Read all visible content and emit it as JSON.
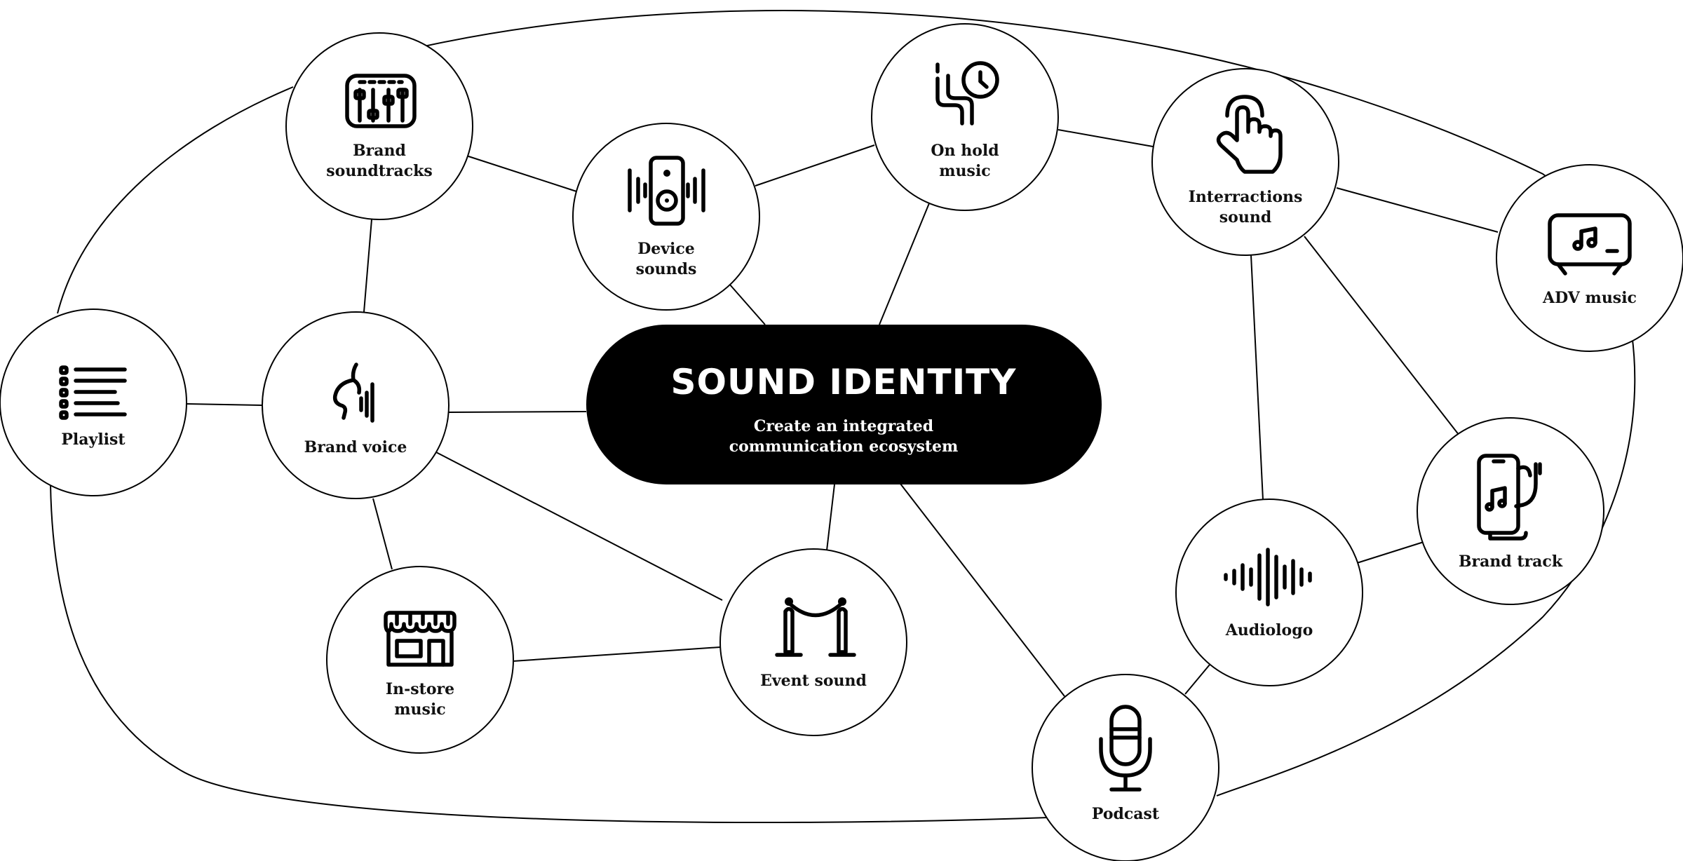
{
  "center": {
    "title": "SOUND IDENTITY",
    "subtitle_line1": "Create an integrated",
    "subtitle_line2": "communication ecosystem"
  },
  "nodes": {
    "brand_soundtracks": {
      "line1": "Brand",
      "line2": "soundtracks",
      "icon": "mixer-sliders-icon"
    },
    "device_sounds": {
      "line1": "Device",
      "line2": "sounds",
      "icon": "speaker-icon"
    },
    "on_hold_music": {
      "line1": "On hold",
      "line2": "music",
      "icon": "cable-clock-icon"
    },
    "interactions_sound": {
      "line1": "Interractions",
      "line2": "sound",
      "icon": "pointing-hand-icon"
    },
    "adv_music": {
      "line1": "ADV music",
      "icon": "tv-music-icon"
    },
    "playlist": {
      "line1": "Playlist",
      "icon": "list-icon"
    },
    "brand_voice": {
      "line1": "Brand  voice",
      "icon": "voice-profile-icon"
    },
    "brand_track": {
      "line1": "Brand track",
      "icon": "phone-music-icon"
    },
    "audiologo": {
      "line1": "Audiologo",
      "icon": "sound-wave-icon"
    },
    "in_store_music": {
      "line1": "In-store",
      "line2": "music",
      "icon": "storefront-icon"
    },
    "event_sound": {
      "line1": "Event sound",
      "icon": "rope-barrier-icon"
    },
    "podcast": {
      "line1": "Podcast",
      "icon": "microphone-icon"
    }
  }
}
